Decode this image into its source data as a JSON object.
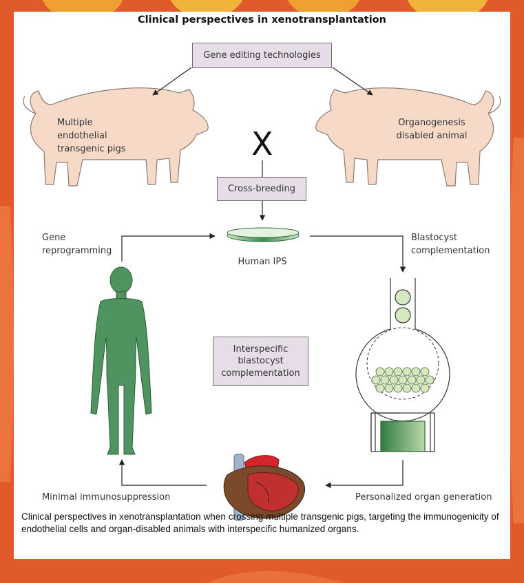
{
  "title": "Clinical perspectives in xenotransplantation",
  "boxes": {
    "gene_editing": "Gene editing technologies",
    "cross_breeding": "Cross-breeding",
    "interspecific": "Interspecific blastocyst complementation"
  },
  "labels": {
    "left_pig": "Multiple endothelial transgenic pigs",
    "right_pig": "Organogenesis disabled animal",
    "cross_symbol": "X",
    "gene_reprogramming": "Gene reprogramming",
    "human_ips": "Human IPS",
    "blastocyst_complementation": "Blastocyst complementation",
    "minimal_immunosuppression": "Minimal immunosuppression",
    "personalized_organ": "Personalized organ generation"
  },
  "caption": "Clinical perspectives in xenotransplantation when crossing multiple transgenic pigs, targeting the immunogenicity of endothelial cells and organ-disabled animals with interspecific humanized organs.",
  "colors": {
    "background": "#e05a2b",
    "pig_fill": "#f6d9c6",
    "box_fill": "#e6dde8",
    "human_fill": "#4f9360",
    "dish_fill": "#3e8a4e",
    "cell_fill": "#d6e8c0"
  }
}
